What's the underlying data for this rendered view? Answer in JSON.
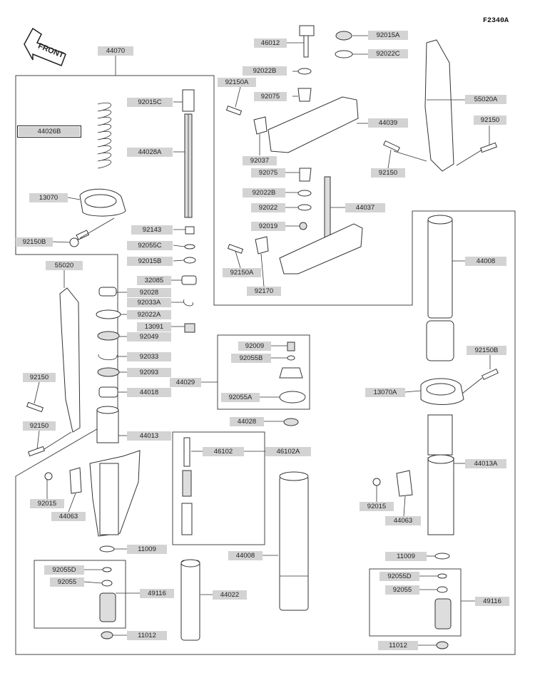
{
  "header": {
    "diagram_code": "F2340A",
    "front_marker": "FRONT"
  },
  "labels": {
    "l44070": "44070",
    "l46012": "46012",
    "l92015A_top": "92015A",
    "l92022C": "92022C",
    "l92022B_top": "92022B",
    "l92150A_top": "92150A",
    "l92015C": "92015C",
    "l44026B": "44026B",
    "l44028A": "44028A",
    "l92075_top": "92075",
    "l55020A": "55020A",
    "l44039": "44039",
    "l92150_tr": "92150",
    "l92037": "92037",
    "l92150_r": "92150",
    "l92075_mid": "92075",
    "l92022B_mid": "92022B",
    "l92022": "92022",
    "l44037": "44037",
    "l13070": "13070",
    "l92143": "92143",
    "l92019": "92019",
    "l92150B_l": "92150B",
    "l92055C": "92055C",
    "l92015B": "92015B",
    "l92150A_mid": "92150A",
    "l44008_r": "44008",
    "l55020": "55020",
    "l32085": "32085",
    "l92170": "92170",
    "l92028": "92028",
    "l92033A": "92033A",
    "l92022A": "92022A",
    "l13091": "13091",
    "l92049": "92049",
    "l92009": "92009",
    "l92055B": "92055B",
    "l92033": "92033",
    "l92150B_r": "92150B",
    "l92093": "92093",
    "l44029": "44029",
    "l92150_l1": "92150",
    "l44018": "44018",
    "l13070A": "13070A",
    "l92055A": "92055A",
    "l44028": "44028",
    "l92150_l2": "92150",
    "l44013": "44013",
    "l46102": "46102",
    "l46102A": "46102A",
    "l44013A": "44013A",
    "l92015_l": "92015",
    "l92015_r": "92015",
    "l44063_l": "44063",
    "l44063_r": "44063",
    "l11009_l": "11009",
    "l44008_b": "44008",
    "l11009_r": "11009",
    "l92055D_l": "92055D",
    "l92055D_r": "92055D",
    "l92055_l": "92055",
    "l92055_r": "92055",
    "l49116_l": "49116",
    "l44022": "44022",
    "l49116_r": "49116",
    "l11012_l": "11012",
    "l11012_r": "11012"
  }
}
